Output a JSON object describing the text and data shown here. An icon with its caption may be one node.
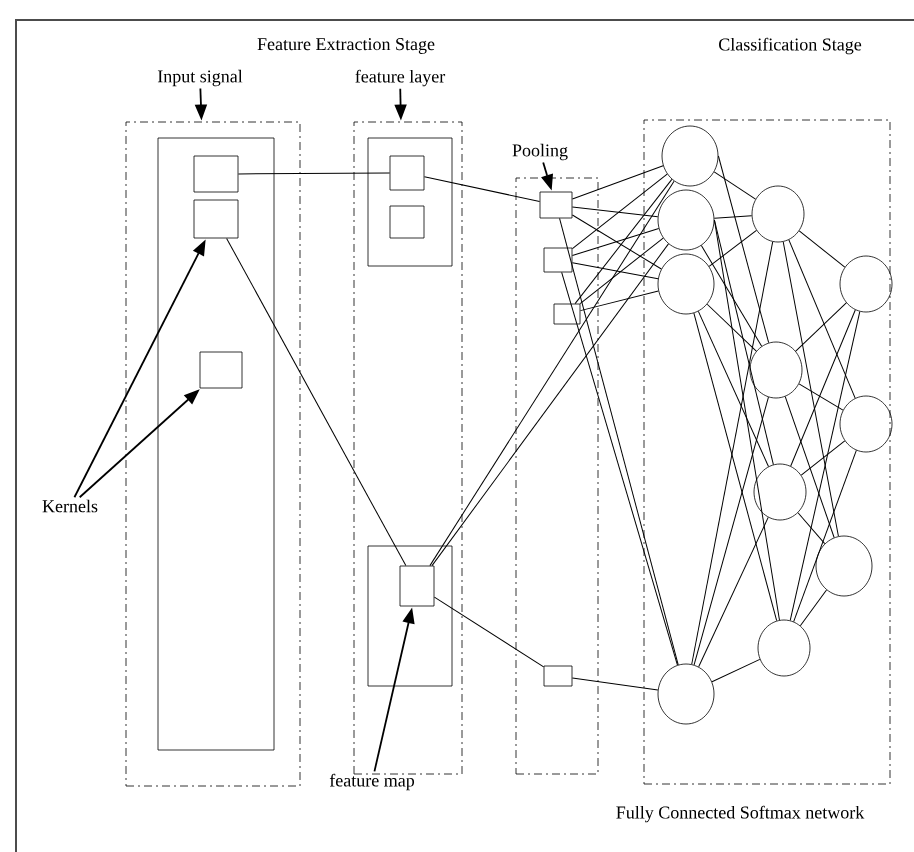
{
  "diagram": {
    "nodes": [
      {
        "text": [
          "Input signal"
        ]
      },
      {
        "text": [
          "feature layer"
        ]
      },
      {
        "text": [
          "Pooling"
        ]
      },
      {
        "text": [
          "Kernels"
        ]
      },
      {
        "text": [
          "feature map"
        ]
      },
      {
        "text": [],
        "shape": "box"
      },
      {
        "text": [],
        "shape": "box",
        "in": 5
      },
      {
        "text": [],
        "shape": "box",
        "in": 6
      },
      {
        "text": [],
        "shape": "box",
        "in": 6
      },
      {
        "text": [],
        "shape": "box",
        "in": 6
      },
      {
        "text": [],
        "shape": "box"
      },
      {
        "text": [],
        "shape": "box",
        "in": 10
      },
      {
        "text": [],
        "shape": "box",
        "in": 11
      },
      {
        "text": [],
        "shape": "box",
        "in": 11
      },
      {
        "text": [],
        "shape": "box",
        "in": 10
      },
      {
        "text": [],
        "shape": "box",
        "in": 14
      },
      {
        "text": [],
        "shape": "box"
      },
      {
        "text": [],
        "shape": "box",
        "in": 16
      },
      {
        "text": [],
        "shape": "box",
        "in": 16
      },
      {
        "text": [],
        "shape": "box",
        "in": 16
      },
      {
        "text": [],
        "shape": "box",
        "in": 16
      },
      {
        "text": [],
        "shape": "box"
      },
      {
        "text": [],
        "shape": "circle",
        "in": 21
      },
      {
        "text": [],
        "shape": "circle",
        "in": 21
      },
      {
        "text": [],
        "shape": "circle",
        "in": 21
      },
      {
        "text": [],
        "shape": "circle",
        "in": 21
      },
      {
        "text": [],
        "shape": "circle",
        "in": 21
      },
      {
        "text": [],
        "shape": "circle",
        "in": 21
      },
      {
        "text": [],
        "shape": "circle",
        "in": 21
      },
      {
        "text": [],
        "shape": "circle",
        "in": 21
      },
      {
        "text": [],
        "shape": "circle",
        "in": 21
      },
      {
        "text": [],
        "shape": "circle",
        "in": 21
      },
      {
        "text": [],
        "shape": "circle",
        "in": 21
      }
    ],
    "edges": [
      {
        "from": 0,
        "to": 5,
        "arrow": "to"
      },
      {
        "from": 1,
        "to": 10,
        "arrow": "to"
      },
      {
        "from": 2,
        "to": 17,
        "arrow": "to"
      },
      {
        "from": 3,
        "to": 8,
        "arrow": "to"
      },
      {
        "from": 3,
        "to": 9,
        "arrow": "to"
      },
      {
        "from": 4,
        "to": 15,
        "arrow": "to"
      },
      {
        "from": 7,
        "to": 12,
        "arrow": "none"
      },
      {
        "from": 8,
        "to": 15,
        "arrow": "none"
      },
      {
        "from": 12,
        "to": 17,
        "arrow": "none"
      },
      {
        "from": 15,
        "to": 20,
        "arrow": "none"
      },
      {
        "from": 15,
        "to": 22,
        "arrow": "none"
      },
      {
        "from": 15,
        "to": 23,
        "arrow": "none"
      },
      {
        "from": 17,
        "to": 25,
        "arrow": "none"
      },
      {
        "from": 18,
        "to": 25,
        "arrow": "none"
      },
      {
        "from": 20,
        "to": 25,
        "arrow": "none"
      },
      {
        "from": 17,
        "to": 22,
        "arrow": "none"
      },
      {
        "from": 17,
        "to": 23,
        "arrow": "none"
      },
      {
        "from": 17,
        "to": 24,
        "arrow": "none"
      },
      {
        "from": 18,
        "to": 22,
        "arrow": "none"
      },
      {
        "from": 18,
        "to": 23,
        "arrow": "none"
      },
      {
        "from": 18,
        "to": 24,
        "arrow": "none"
      },
      {
        "from": 19,
        "to": 22,
        "arrow": "none"
      },
      {
        "from": 19,
        "to": 23,
        "arrow": "none"
      },
      {
        "from": 19,
        "to": 24,
        "arrow": "none"
      },
      {
        "from": 22,
        "to": 26,
        "arrow": "none"
      },
      {
        "from": 22,
        "to": 27,
        "arrow": "none"
      },
      {
        "from": 23,
        "to": 26,
        "arrow": "none"
      },
      {
        "from": 23,
        "to": 27,
        "arrow": "none"
      },
      {
        "from": 23,
        "to": 28,
        "arrow": "none"
      },
      {
        "from": 23,
        "to": 29,
        "arrow": "none"
      },
      {
        "from": 24,
        "to": 26,
        "arrow": "none"
      },
      {
        "from": 24,
        "to": 27,
        "arrow": "none"
      },
      {
        "from": 24,
        "to": 28,
        "arrow": "none"
      },
      {
        "from": 24,
        "to": 29,
        "arrow": "none"
      },
      {
        "from": 25,
        "to": 26,
        "arrow": "none"
      },
      {
        "from": 25,
        "to": 27,
        "arrow": "none"
      },
      {
        "from": 25,
        "to": 28,
        "arrow": "none"
      },
      {
        "from": 25,
        "to": 29,
        "arrow": "none"
      },
      {
        "from": 26,
        "to": 30,
        "arrow": "none"
      },
      {
        "from": 26,
        "to": 31,
        "arrow": "none"
      },
      {
        "from": 26,
        "to": 32,
        "arrow": "none"
      },
      {
        "from": 27,
        "to": 30,
        "arrow": "none"
      },
      {
        "from": 27,
        "to": 31,
        "arrow": "none"
      },
      {
        "from": 27,
        "to": 32,
        "arrow": "none"
      },
      {
        "from": 28,
        "to": 30,
        "arrow": "none"
      },
      {
        "from": 28,
        "to": 31,
        "arrow": "none"
      },
      {
        "from": 28,
        "to": 32,
        "arrow": "none"
      },
      {
        "from": 29,
        "to": 30,
        "arrow": "none"
      },
      {
        "from": 29,
        "to": 31,
        "arrow": "none"
      },
      {
        "from": 29,
        "to": 32,
        "arrow": "none"
      }
    ],
    "labels": [
      "Feature Extraction Stage",
      "Classification Stage",
      "Fully Connected Softmax network"
    ]
  }
}
